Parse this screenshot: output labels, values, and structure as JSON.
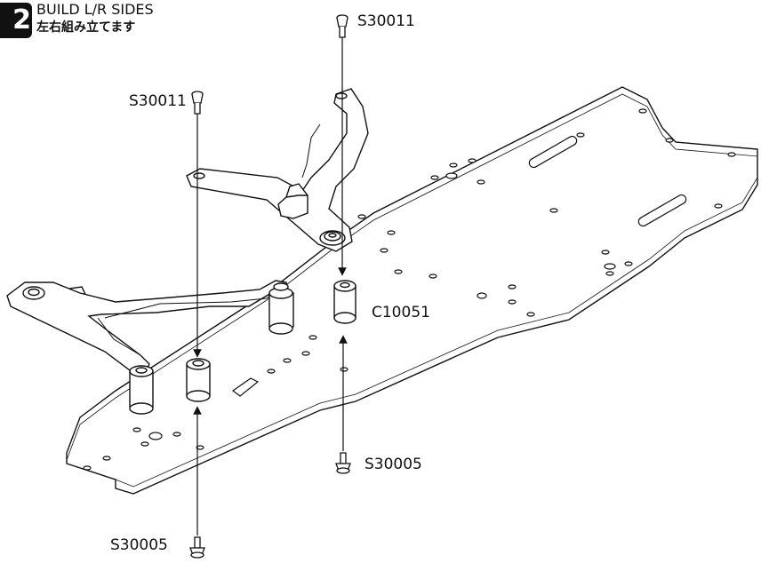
{
  "step": {
    "number": "2",
    "title_en": "BUILD L/R SIDES",
    "title_jp": "左右組み立てます"
  },
  "parts": {
    "screw_top_right": "S30011",
    "screw_top_left": "S30011",
    "spacer": "C10051",
    "screw_bottom_right": "S30005",
    "screw_bottom_left": "S30005"
  }
}
